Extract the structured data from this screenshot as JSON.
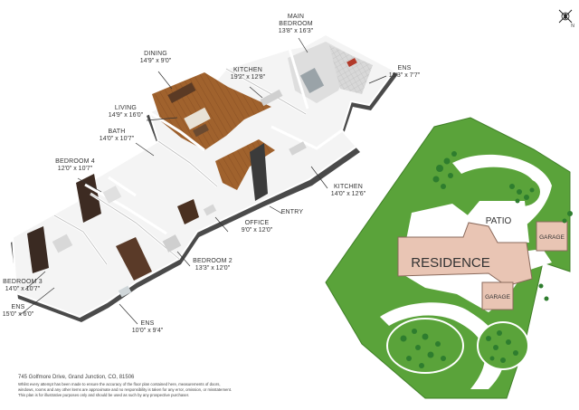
{
  "rooms": [
    {
      "id": "main-bedroom",
      "name_lines": [
        "MAIN",
        "BEDROOM"
      ],
      "dims": "13'8\" x 16'3\""
    },
    {
      "id": "ens-main",
      "name_lines": [
        "ENS"
      ],
      "dims": "19'3\" x 7'7\""
    },
    {
      "id": "dining",
      "name_lines": [
        "DINING"
      ],
      "dims": "14'9\" x 9'0\""
    },
    {
      "id": "kitchen-main",
      "name_lines": [
        "KITCHEN"
      ],
      "dims": "19'2\" x 12'8\""
    },
    {
      "id": "living",
      "name_lines": [
        "LIVING"
      ],
      "dims": "14'9\" x 16'0\""
    },
    {
      "id": "bath",
      "name_lines": [
        "BATH"
      ],
      "dims": "14'0\" x 10'7\""
    },
    {
      "id": "bedroom-4",
      "name_lines": [
        "BEDROOM 4"
      ],
      "dims": "12'0\" x 10'7\""
    },
    {
      "id": "kitchen-2",
      "name_lines": [
        "KITCHEN"
      ],
      "dims": "14'0\" x 12'6\""
    },
    {
      "id": "entry",
      "name_lines": [
        "ENTRY"
      ],
      "dims": ""
    },
    {
      "id": "office",
      "name_lines": [
        "OFFICE"
      ],
      "dims": "9'0\" x 12'0\""
    },
    {
      "id": "bedroom-2",
      "name_lines": [
        "BEDROOM 2"
      ],
      "dims": "13'3\" x 12'0\""
    },
    {
      "id": "bedroom-3",
      "name_lines": [
        "BEDROOM 3"
      ],
      "dims": "14'0\" x 10'7\""
    },
    {
      "id": "ens-small",
      "name_lines": [
        "ENS"
      ],
      "dims": "15'0\" x 6'0\""
    },
    {
      "id": "ens-lower",
      "name_lines": [
        "ENS"
      ],
      "dims": "10'0\" x 9'4\""
    }
  ],
  "site": {
    "residence": "RESIDENCE",
    "patio": "PATIO",
    "garage_top": "GARAGE",
    "garage_bottom": "GARAGE"
  },
  "compass": {
    "letter": "N"
  },
  "colors": {
    "lawn": "#5aa33a",
    "lawn_edge": "#3f7f27",
    "tree": "#2e7d2e",
    "building": "#e9c5b4",
    "building_edge": "#8a6a5c",
    "floor_wood": "#a0622d",
    "wall": "#ffffff"
  },
  "footer": {
    "address": "745 Golfmore Drive, Grand Junction, CO, 81506",
    "line1": "Whilst every attempt has been made to ensure the accuracy of the floor plan contained here, measurements of doors,",
    "line2": "windows, rooms and any other items are approximate and no responsibility is taken for any error, omission, or misstatement.",
    "line3": "This plan is for illustrative purposes only and should be used as such by any prospective purchaser."
  }
}
